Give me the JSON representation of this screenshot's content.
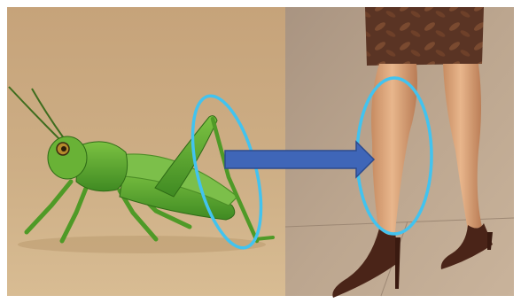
{
  "panels": {
    "left": {
      "subject": "grasshopper",
      "background": "#c9a97e",
      "body_color": "#5faa2c"
    },
    "right": {
      "subject": "legs-in-high-heels",
      "background": "#b7a18c",
      "skin_color": "#d9a47c",
      "skirt_color": "#5a3424",
      "shoe_color": "#4a2418"
    }
  },
  "annotations": {
    "highlight_color": "#42c3ef",
    "arrow_color": "#3f66b8",
    "arrow_direction": "right"
  }
}
